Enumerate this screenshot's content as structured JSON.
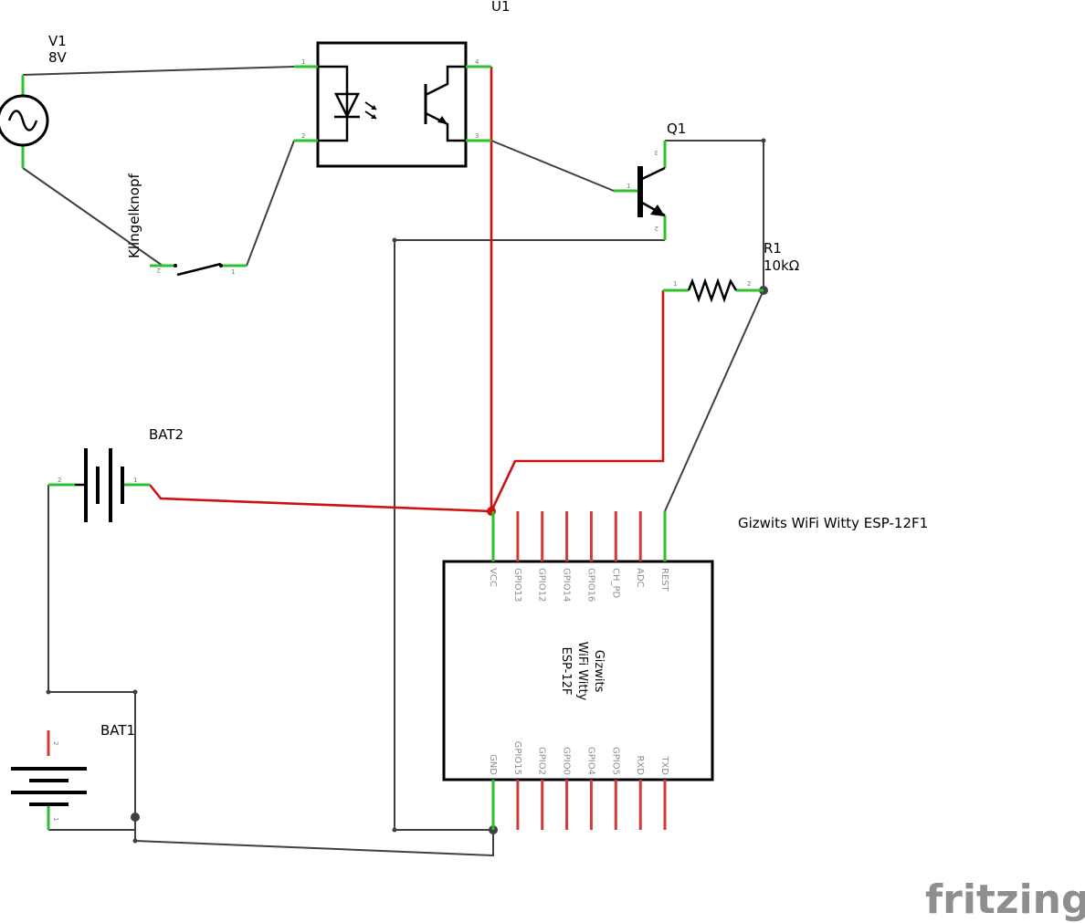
{
  "labels": {
    "u1": "U1",
    "v1_name": "V1",
    "v1_value": "8V",
    "q1": "Q1",
    "r1_name": "R1",
    "r1_value": "10kΩ",
    "bat2": "BAT2",
    "bat1": "BAT1",
    "switch": "Klingelknopf",
    "esp_title": "Gizwits WiFi Witty ESP-12F1"
  },
  "module": {
    "center_lines": [
      "Gizwits",
      "WiFi Witty",
      "ESP-12F"
    ],
    "top_pins": [
      "VCC",
      "GPIO13",
      "GPIO12",
      "GPIO14",
      "GPIO16",
      "CH_PD",
      "ADC",
      "REST"
    ],
    "bottom_pins": [
      "GND",
      "GPIO15",
      "GPIO2",
      "GPIO0",
      "GPIO4",
      "GPIO5",
      "RXD",
      "TXD"
    ]
  },
  "pin_numbers": {
    "u1_1": "1",
    "u1_2": "2",
    "u1_3": "3",
    "u1_4": "4",
    "q1_1": "1",
    "q1_2": "2",
    "q1_3": "3",
    "r1_1": "1",
    "r1_2": "2",
    "sw_1": "1",
    "sw_2": "2",
    "bat2_1": "1",
    "bat2_2": "2",
    "bat1_1": "1",
    "bat1_2": "2"
  },
  "brand": "fritzing",
  "colors": {
    "wire": "#404040",
    "power_wire": "#cc1111",
    "connected_pin": "#2ec12e",
    "unconnected_pin": "#d23a3a"
  }
}
